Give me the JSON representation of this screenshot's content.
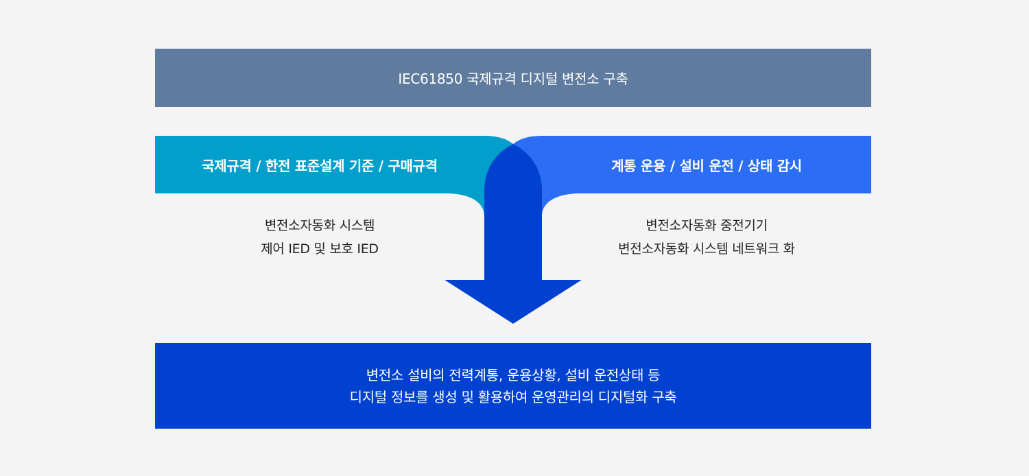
{
  "top_bar": {
    "text": "IEC61850 국제규격 디지털 변전소 구축"
  },
  "left_band": {
    "label": "국제규격 / 한전 표준설계 기준 / 구매규격"
  },
  "right_band": {
    "label": "계통 운용 / 설비 운전 / 상태 감시"
  },
  "left_desc": {
    "lines": [
      "변전소자동화 시스템",
      "제어 IED 및 보호 IED"
    ]
  },
  "right_desc": {
    "lines": [
      "변전소자동화 중전기기",
      "변전소자동화 시스템 네트워크 화"
    ]
  },
  "bottom_box": {
    "lines": [
      "변전소 설비의 전력계통, 운용상황, 설비 운전상태 등",
      "디지털 정보를 생성 및 활용하여 운영관리의 디지털화 구축"
    ]
  },
  "colors": {
    "top_bar": "#5f7b9e",
    "left_band": "#009fcc",
    "right_band": "#2b6ef5",
    "merge": "#0041cf",
    "background": "#f4f4f4"
  }
}
